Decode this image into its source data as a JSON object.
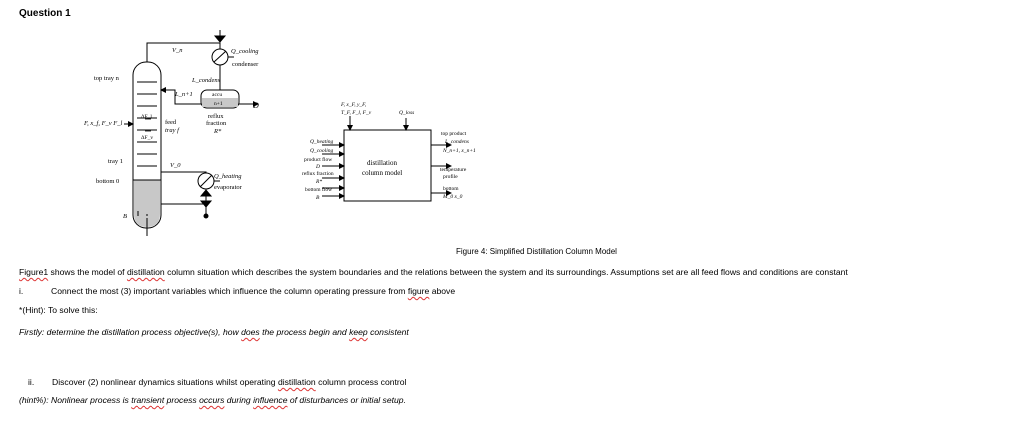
{
  "title": "Question 1",
  "figure": {
    "left": {
      "top_tray": "top tray n",
      "feeds": "F, x_f, F_v F_l",
      "tray1": "tray 1",
      "bottom": "bottom 0",
      "V_n": "V_n",
      "Q_cooling": "Q_cooling",
      "condenser": "condenser",
      "L_condens": "L_condens",
      "L_n1": "L_n+1",
      "accu_line1": "accu",
      "accu_line2": "n+1",
      "D": "D",
      "reflux_line1": "reflux",
      "reflux_line2": "fraction",
      "reflux_line3": "R*",
      "feed_line1": "feed",
      "feed_line2": "tray f",
      "dF_l": "ΔF_l",
      "dF_v": "ΔF_v",
      "V_0": "V_0",
      "Q_heating": "Q_heating",
      "evaporator": "evaporator",
      "B": "B"
    },
    "right": {
      "top_inputs_1": "F, x_F, y_F,",
      "top_inputs_2": "T_F, F_l, F_v",
      "Q_loss": "Q_loss",
      "Q_heating": "Q_heating",
      "Q_cooling": "Q_cooling",
      "product_flow": "product flow",
      "D": "D",
      "reflux_fraction": "reflux fraction",
      "R": "R*",
      "bottom_flow": "bottom flow",
      "B": "B",
      "box_line1": "distillation",
      "box_line2": "column model",
      "top_product": "top product",
      "L_condens": "L_condens",
      "N_x": "N_n+1, x_n+1",
      "temperature": "temperature",
      "profile": "profile",
      "bottom_label": "bottom",
      "M_x": "M_0 x_0"
    }
  },
  "caption": "Figure 4: Simplified Distillation Column Model",
  "paragraph": {
    "p1": "Figure1",
    "p2": " shows the model of ",
    "p3": "distillation",
    "p4": " column situation which describes the system boundaries and the relations between the system and its surroundings. Assumptions set are all feed flows and conditions are constant"
  },
  "q1": {
    "num": "i.",
    "t1": "Connect the most (3) important variables which influence the column operating pressure from ",
    "t2": "figure",
    "t3": " above"
  },
  "hint1": "*(Hint):  To solve this:",
  "firstly": {
    "t1": "Firstly:  determine the distillation process objective(s), how ",
    "t2": "does",
    "t3": " the process begin and ",
    "t4": "keep",
    "t5": " consistent"
  },
  "q2": {
    "num": "ii.",
    "t1": "Discover (2) nonlinear dynamics situations whilst operating ",
    "t2": "distillation",
    "t3": " column process control"
  },
  "hint2": {
    "t1": "(hint%): Nonlinear process is ",
    "t2": "transient",
    "t3": " process ",
    "t4": "occurs",
    "t5": " during ",
    "t6": "influence",
    "t7": " of disturbances or initial setup."
  }
}
